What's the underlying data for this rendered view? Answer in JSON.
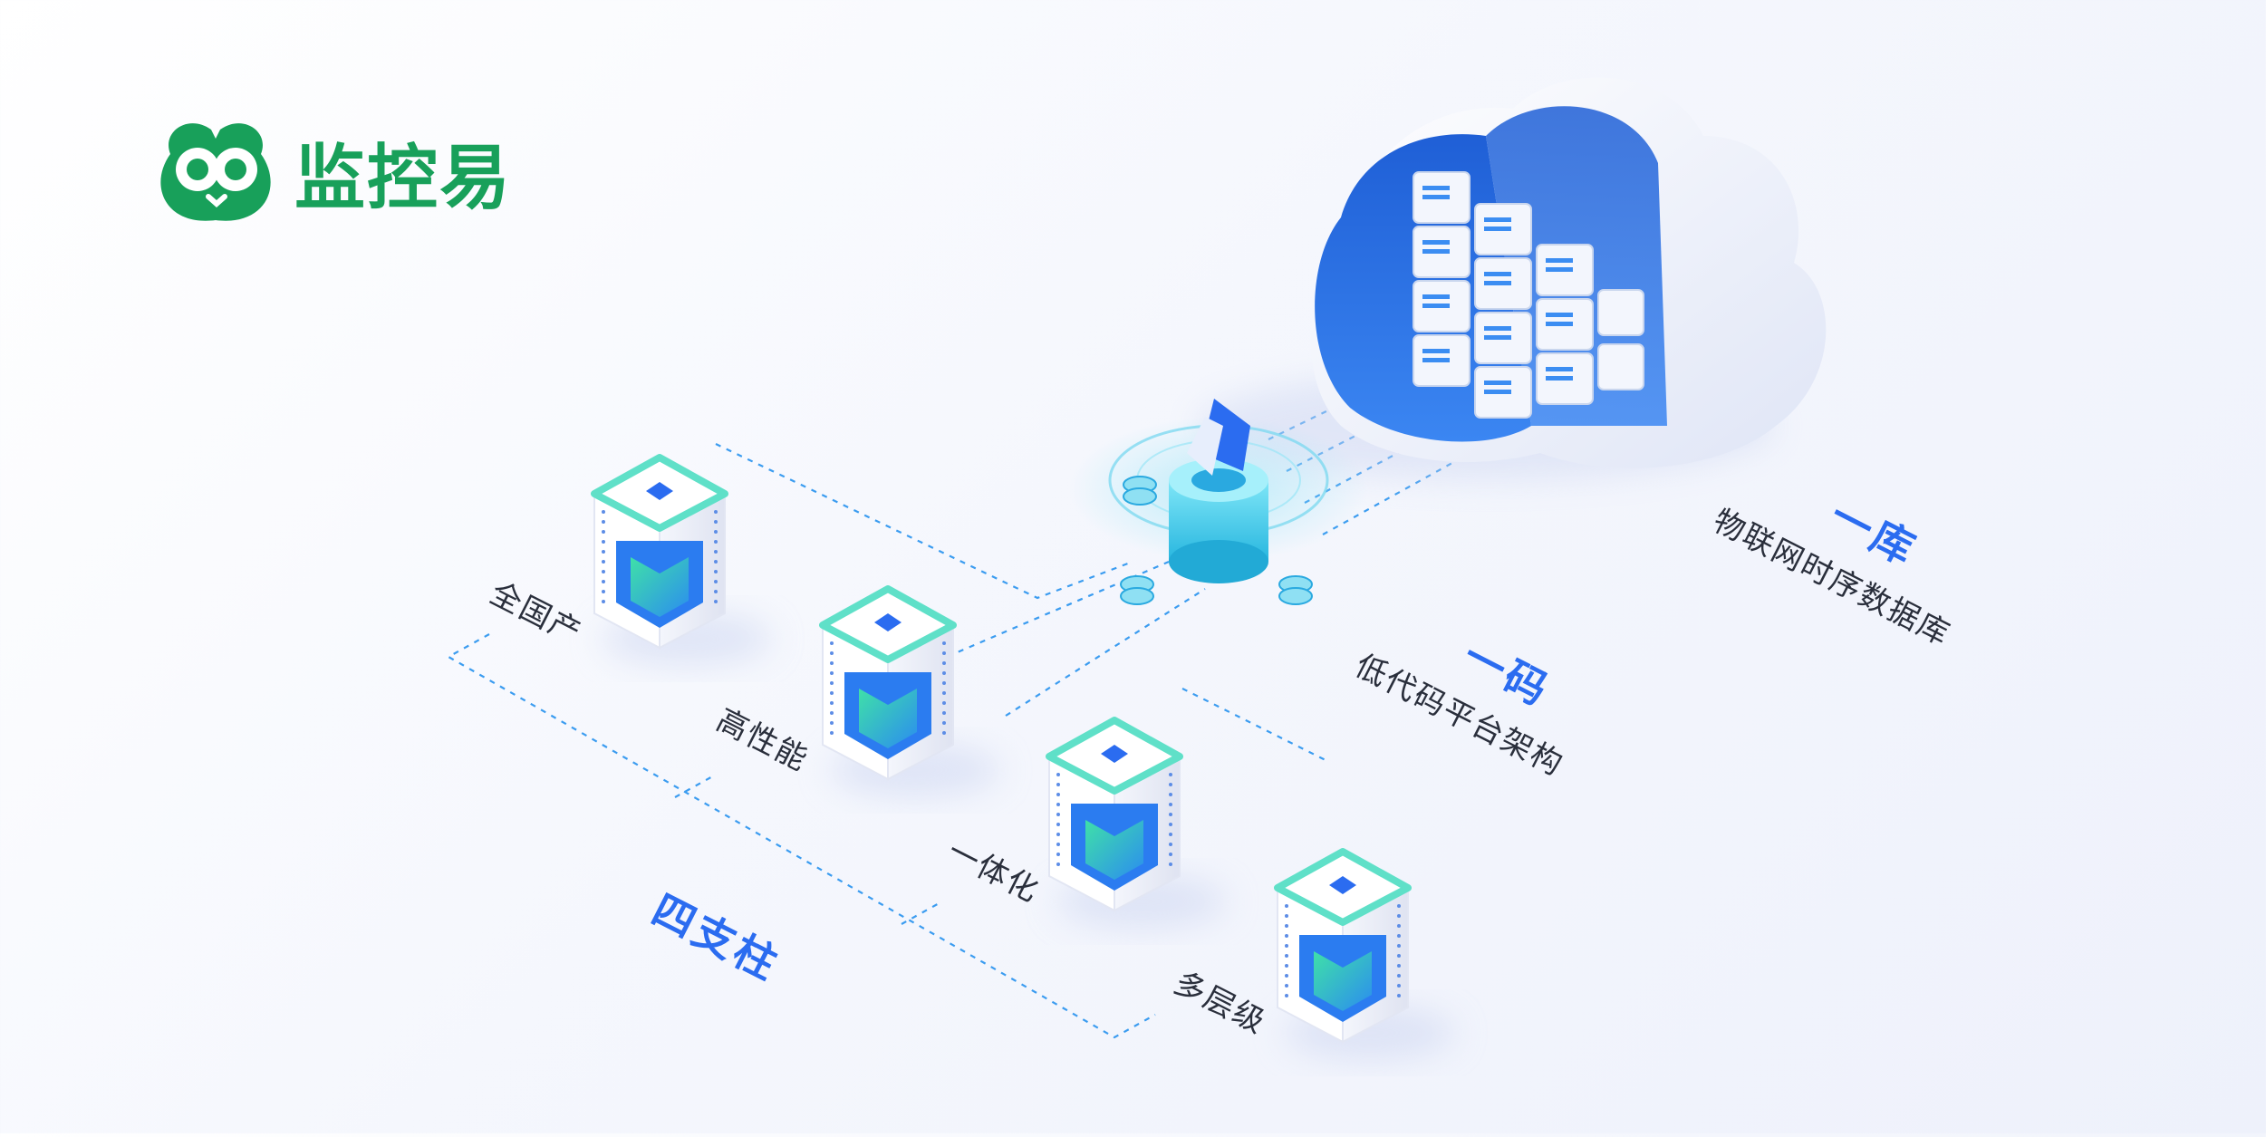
{
  "brand": {
    "name": "监控易",
    "color": "#18a05a",
    "icon": "owl-logo-icon"
  },
  "colors": {
    "accent": "#2b6cf0",
    "cyan": "#2ec7e6",
    "green": "#3fe0a8",
    "dashed_line": "#3b9cf0"
  },
  "diagram": {
    "cloud": {
      "icon": "cloud-database-icon"
    },
    "hub": {
      "icon": "database-hub-icon"
    },
    "sections": {
      "library": {
        "title": "一库",
        "subtitle": "物联网时序数据库"
      },
      "code": {
        "title": "一码",
        "subtitle": "低代码平台架构"
      },
      "pillars": {
        "title": "四支柱",
        "items": [
          {
            "label": "全国产",
            "icon": "shield-server-icon"
          },
          {
            "label": "高性能",
            "icon": "shield-server-icon"
          },
          {
            "label": "一体化",
            "icon": "shield-server-icon"
          },
          {
            "label": "多层级",
            "icon": "shield-server-icon"
          }
        ]
      }
    }
  }
}
